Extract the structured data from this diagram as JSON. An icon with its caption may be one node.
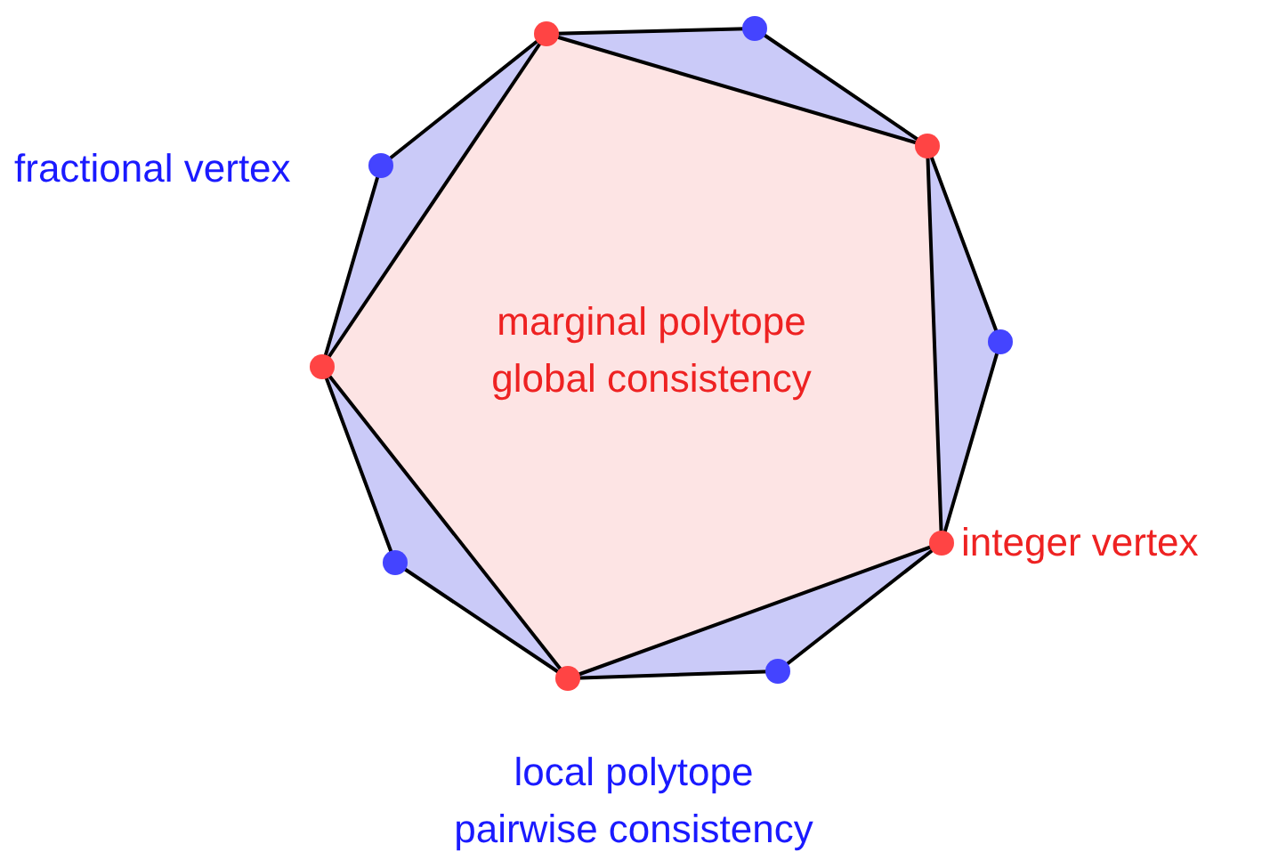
{
  "diagram": {
    "nodes": [
      {
        "text": [
          "local polytope pairwise consistency"
        ]
      },
      {
        "text": [
          "marginal polytope global consistency"
        ],
        "in": 0
      }
    ],
    "labels": [
      "fractional vertex",
      "integer vertex"
    ]
  }
}
